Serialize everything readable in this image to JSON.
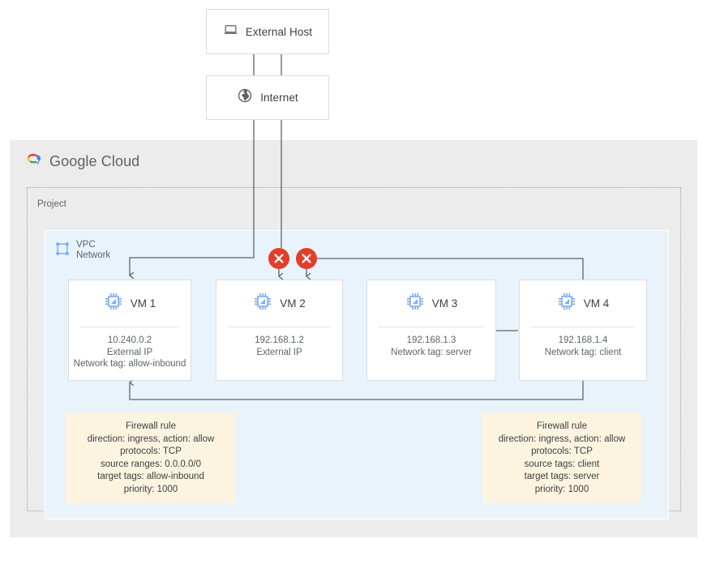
{
  "nodes": {
    "external_host": {
      "label": "External Host",
      "icon": "laptop-icon"
    },
    "internet": {
      "label": "Internet",
      "icon": "globe-icon"
    }
  },
  "cloud": {
    "brand_google": "Google",
    "brand_cloud": "Cloud",
    "project_label": "Project",
    "vpc_line1": "VPC",
    "vpc_line2": "Network"
  },
  "vms": [
    {
      "title": "VM 1",
      "ip": "10.240.0.2",
      "line2": "External IP",
      "line3": "Network tag: allow-inbound"
    },
    {
      "title": "VM 2",
      "ip": "192.168.1.2",
      "line2": "External IP",
      "line3": ""
    },
    {
      "title": "VM 3",
      "ip": "192.168.1.3",
      "line2": "Network tag: server",
      "line3": ""
    },
    {
      "title": "VM 4",
      "ip": "192.168.1.4",
      "line2": "Network tag: client",
      "line3": ""
    }
  ],
  "firewall_rules": [
    {
      "title": "Firewall rule",
      "line1": "direction: ingress, action: allow",
      "line2": "protocols: TCP",
      "line3": "source ranges: 0.0.0.0/0",
      "line4": "target tags: allow-inbound",
      "line5": "priority: 1000"
    },
    {
      "title": "Firewall rule",
      "line1": "direction: ingress, action: allow",
      "line2": "protocols: TCP",
      "line3": "source tags: client",
      "line4": "target tags: server",
      "line5": "priority: 1000"
    }
  ],
  "markers": [
    {
      "name": "blocked-connection-vm2",
      "glyph": "×"
    },
    {
      "name": "blocked-connection-vm3",
      "glyph": "×"
    }
  ],
  "colors": {
    "blocked": "#e33e2b",
    "vpc_fill": "#e8f3fc",
    "cloud_panel": "#ececec",
    "firewall_fill": "#fdf4e0",
    "wire": "#5f6368",
    "chip_blue": "#7babf7",
    "google_blue": "#4285f4",
    "google_red": "#ea4335",
    "google_yellow": "#fbbc05",
    "google_green": "#34a853"
  }
}
